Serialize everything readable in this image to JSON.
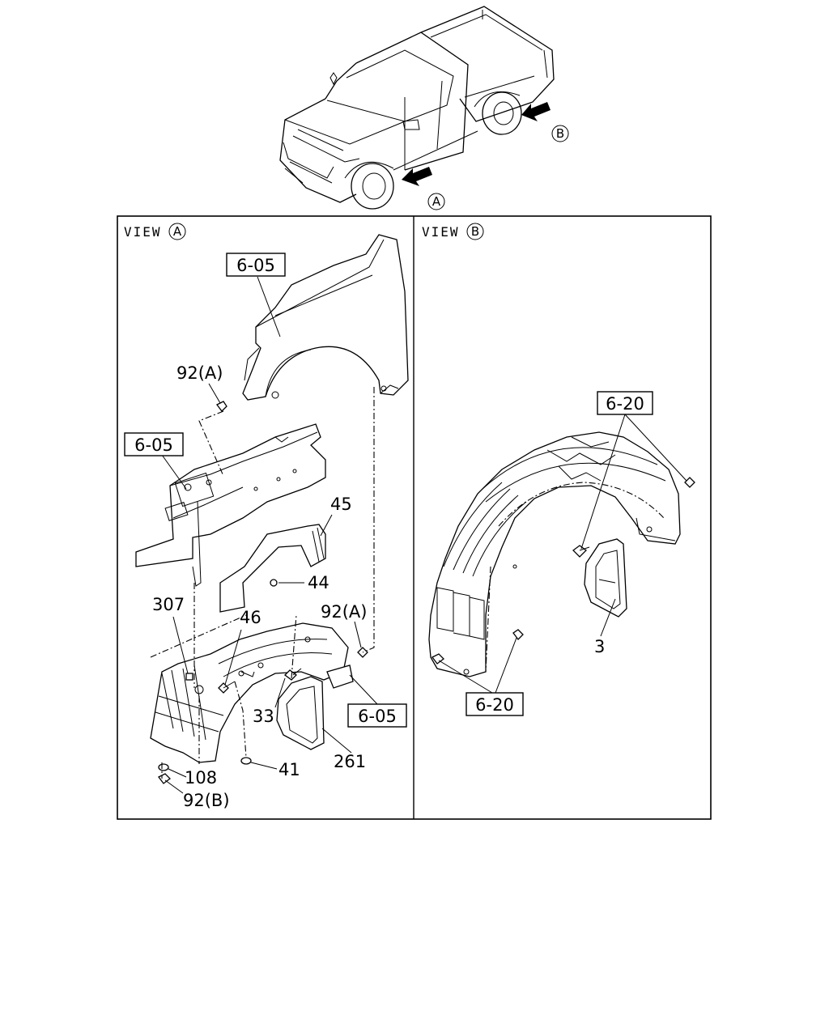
{
  "callouts": {
    "view_a_marker": "A",
    "view_b_marker": "B"
  },
  "panels": {
    "view_a": {
      "title": "VIEW",
      "marker": "A"
    },
    "view_b": {
      "title": "VIEW",
      "marker": "B"
    }
  },
  "labels_a": {
    "fender_ref": "6-05",
    "apron_ref": "6-05",
    "bracket_ref": "6-05",
    "p92a_top": "92(A)",
    "p92a_right": "92(A)",
    "p45": "45",
    "p44": "44",
    "p307": "307",
    "p46": "46",
    "p33": "33",
    "p41": "41",
    "p261": "261",
    "p108": "108",
    "p92b": "92(B)"
  },
  "labels_b": {
    "top_ref": "6-20",
    "bottom_ref": "6-20",
    "p3": "3"
  }
}
